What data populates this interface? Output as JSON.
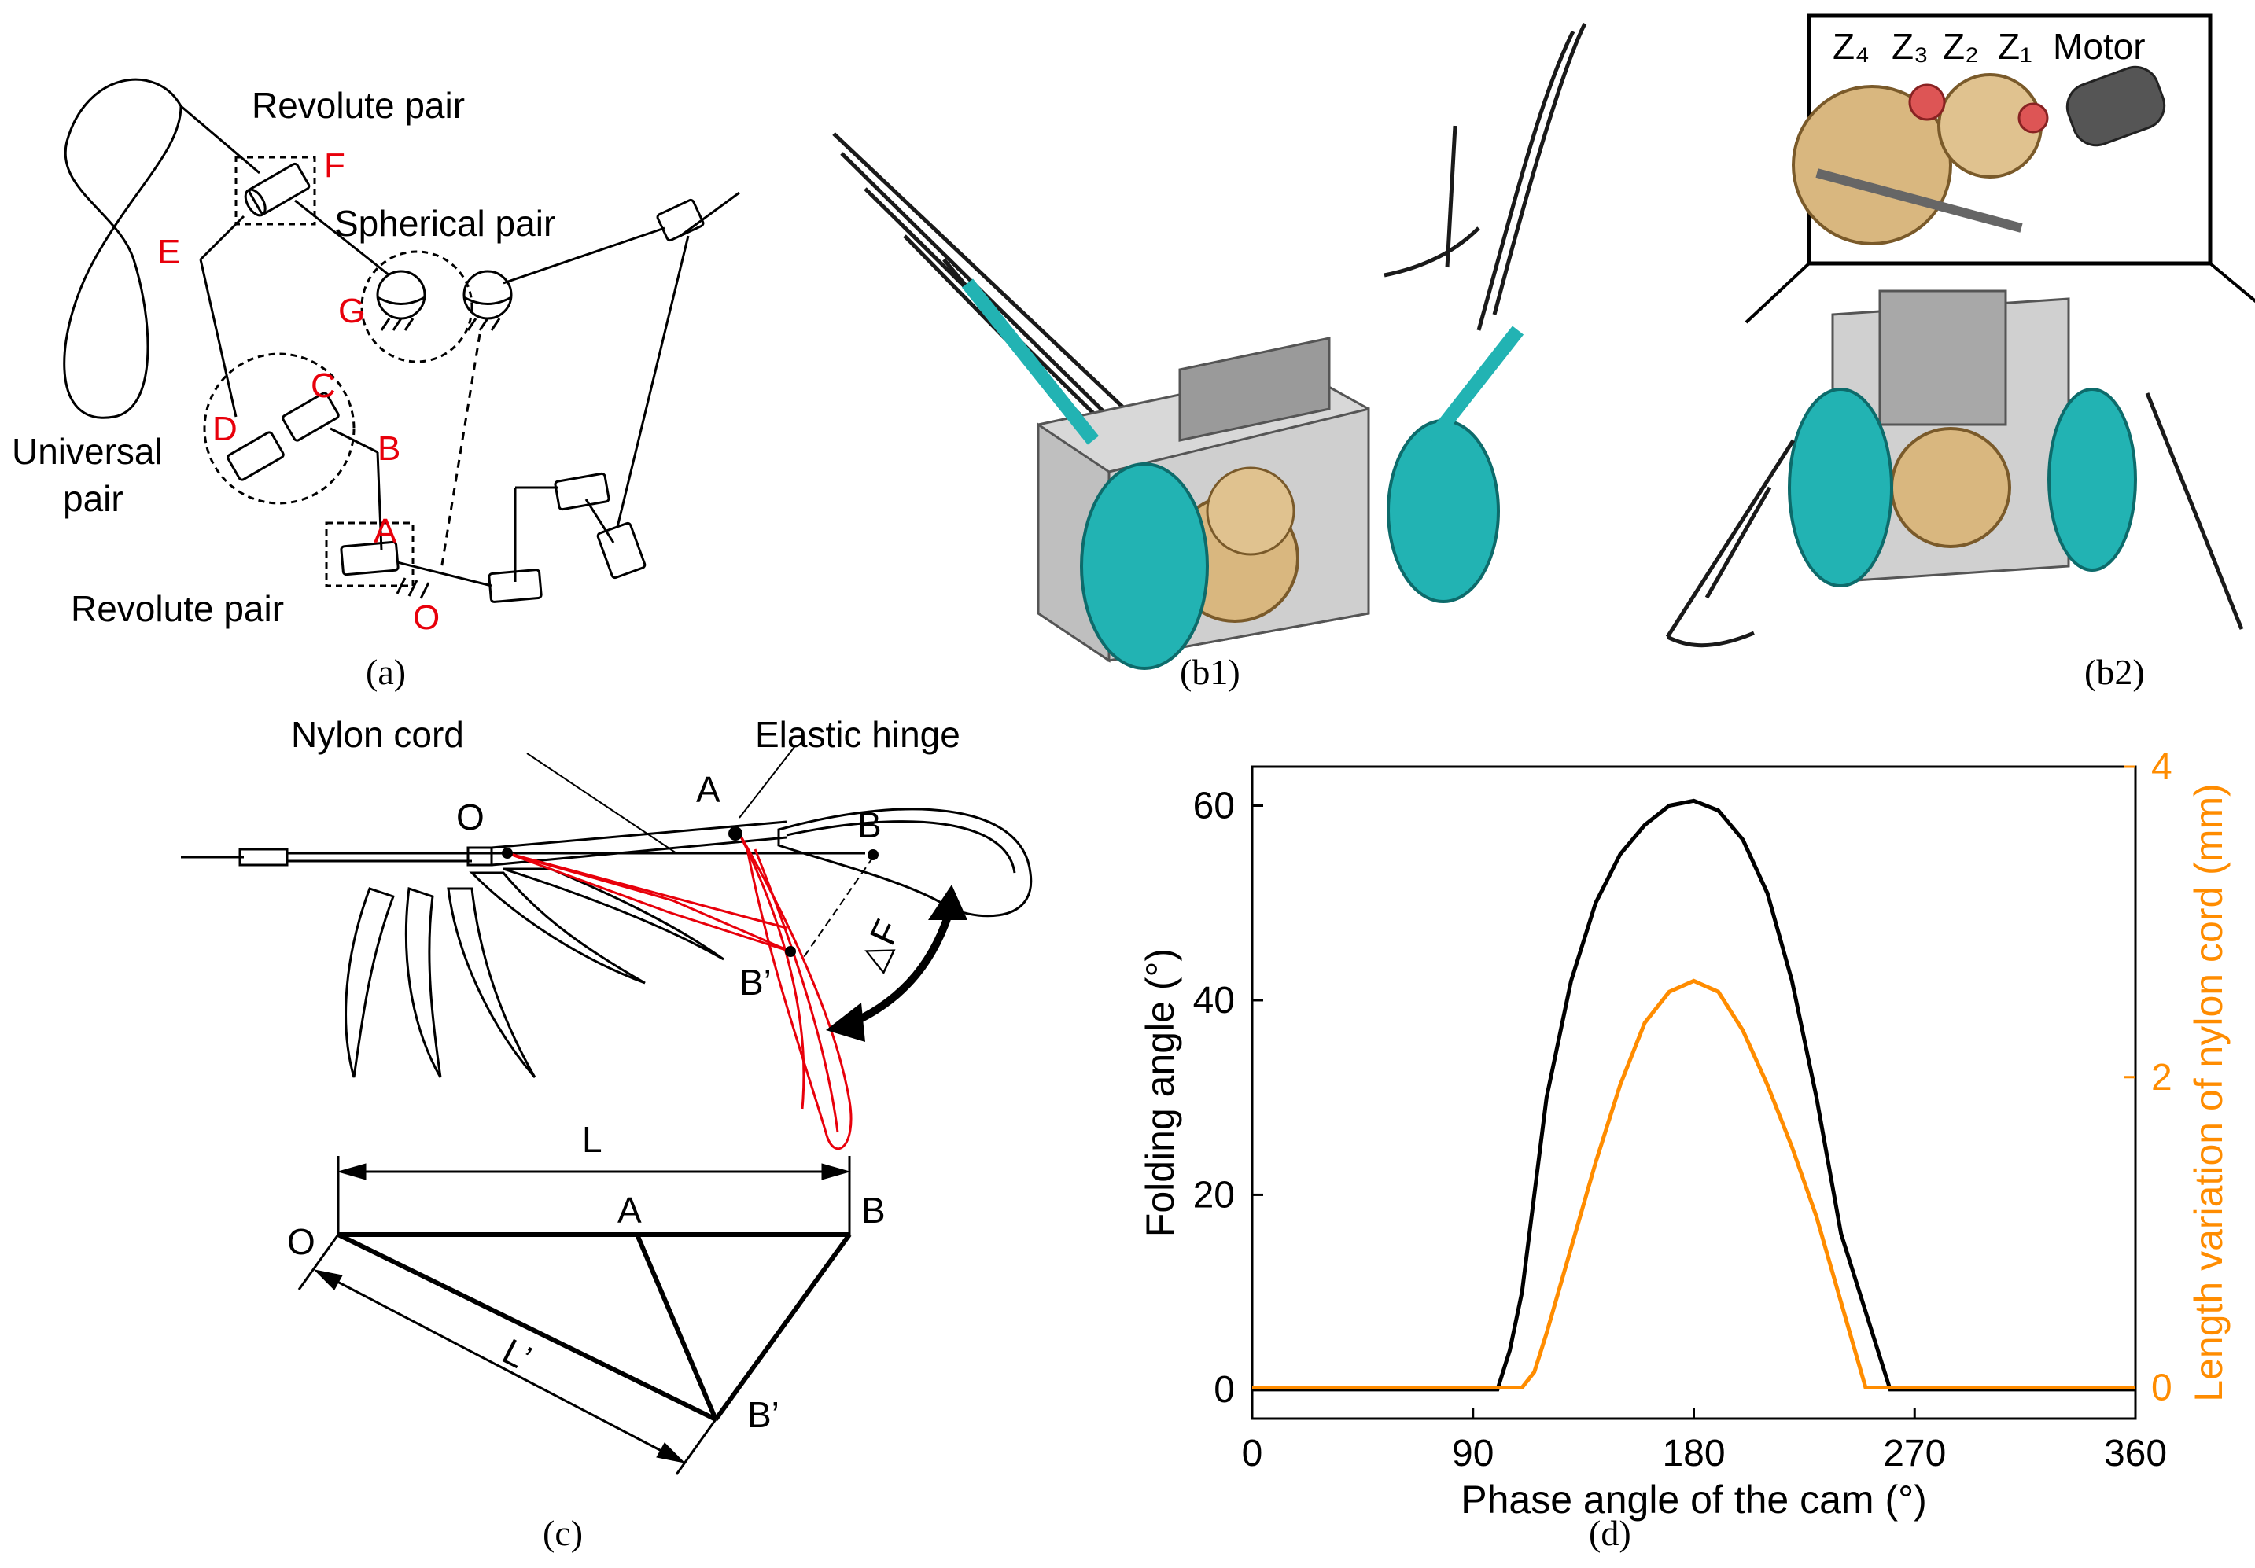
{
  "panel_a": {
    "caption": "(a)",
    "label_revolute_top": "Revolute pair",
    "label_spherical": "Spherical pair",
    "label_universal_1": "Universal",
    "label_universal_2": "pair",
    "label_revolute_bottom": "Revolute pair",
    "points": {
      "F": "F",
      "E": "E",
      "G": "G",
      "C": "C",
      "D": "D",
      "B": "B",
      "A": "A",
      "O": "O"
    }
  },
  "panel_b1": {
    "caption": "(b1)"
  },
  "panel_b2": {
    "caption": "(b2)",
    "gear_labels": [
      "Z₄",
      "Z₃",
      "Z₂",
      "Z₁",
      "Motor"
    ]
  },
  "panel_c": {
    "caption": "(c)",
    "label_nylon": "Nylon cord",
    "label_hinge": "Elastic hinge",
    "pt_O": "O",
    "pt_A": "A",
    "pt_B": "B",
    "pt_Bp": "B’",
    "delta": "△F",
    "tri_L": "L",
    "tri_Lp": "L’",
    "tri_O": "O",
    "tri_A": "A",
    "tri_B": "B",
    "tri_Bp": "B’"
  },
  "panel_d": {
    "caption": "(d)"
  },
  "colors": {
    "accent_red": "#e8000b",
    "orange": "#ff8c00",
    "teal": "#22b3b3",
    "gear": "#d9b77f"
  },
  "chart_data": {
    "type": "line",
    "xlabel": "Phase angle of the cam (°)",
    "ylabel": "Folding angle (°)",
    "ylabel_right": "Length variation of nylon cord (mm)",
    "xlim": [
      0,
      360
    ],
    "ylim": [
      -3,
      64
    ],
    "ylim_right": [
      -0.2,
      4.0
    ],
    "xticks": [
      0,
      90,
      180,
      270,
      360
    ],
    "yticks": [
      0,
      20,
      40,
      60
    ],
    "yticks_right": [
      0,
      2,
      4
    ],
    "series": [
      {
        "color": "#000000",
        "axis": "left",
        "x": [
          0,
          100,
          105,
          110,
          120,
          130,
          140,
          150,
          160,
          170,
          180,
          190,
          200,
          210,
          220,
          230,
          240,
          250,
          255,
          260,
          360
        ],
        "y": [
          0,
          0,
          4,
          10,
          30,
          42,
          50,
          55,
          58,
          60,
          60.5,
          59.5,
          56.5,
          51,
          42,
          30,
          16,
          8,
          4,
          0,
          0
        ]
      },
      {
        "color": "#ff8c00",
        "axis": "right",
        "x": [
          0,
          110,
          115,
          120,
          130,
          140,
          150,
          160,
          170,
          180,
          190,
          200,
          210,
          220,
          230,
          240,
          250,
          360
        ],
        "y": [
          0,
          0,
          0.1,
          0.35,
          0.9,
          1.45,
          1.95,
          2.35,
          2.55,
          2.62,
          2.55,
          2.3,
          1.95,
          1.55,
          1.1,
          0.55,
          0,
          0
        ]
      }
    ]
  }
}
